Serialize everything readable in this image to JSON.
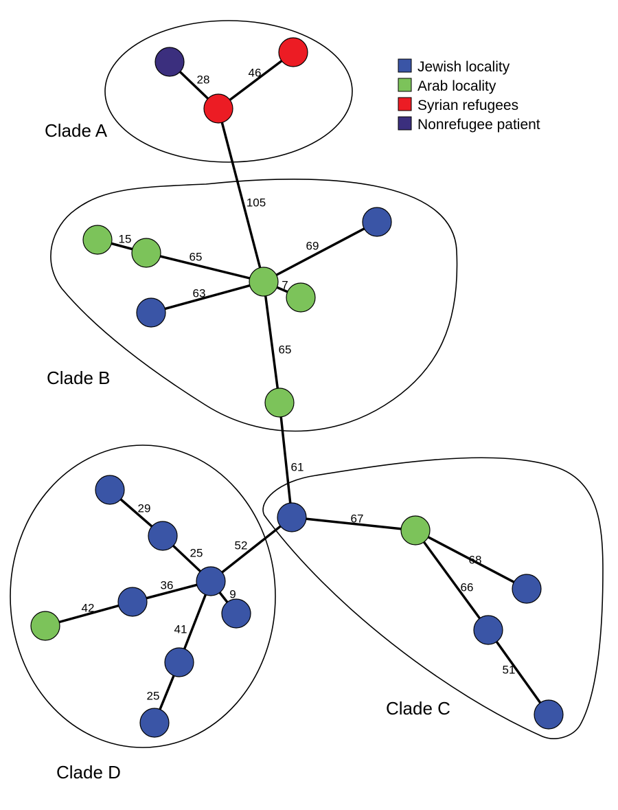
{
  "colors": {
    "jewish": "#3a55a6",
    "arab": "#7cc35a",
    "syrian": "#ec1c24",
    "nonrefugee": "#3b2f7e"
  },
  "legend": [
    {
      "key": "jewish",
      "label": "Jewish locality"
    },
    {
      "key": "arab",
      "label": "Arab locality"
    },
    {
      "key": "syrian",
      "label": "Syrian refugees"
    },
    {
      "key": "nonrefugee",
      "label": "Nonrefugee patient"
    }
  ],
  "clades": [
    {
      "id": "A",
      "label": "Clade A"
    },
    {
      "id": "B",
      "label": "Clade B"
    },
    {
      "id": "C",
      "label": "Clade C"
    },
    {
      "id": "D",
      "label": "Clade D"
    }
  ],
  "nodes": [
    {
      "id": "a1",
      "type": "nonrefugee",
      "clade": "A"
    },
    {
      "id": "a2",
      "type": "syrian",
      "clade": "A"
    },
    {
      "id": "a3",
      "type": "syrian",
      "clade": "A"
    },
    {
      "id": "b_hub",
      "type": "arab",
      "clade": "B"
    },
    {
      "id": "b_j1",
      "type": "jewish",
      "clade": "B"
    },
    {
      "id": "b_a1",
      "type": "arab",
      "clade": "B"
    },
    {
      "id": "b_a2",
      "type": "arab",
      "clade": "B"
    },
    {
      "id": "b_j2",
      "type": "jewish",
      "clade": "B"
    },
    {
      "id": "b_a3",
      "type": "arab",
      "clade": "B"
    },
    {
      "id": "b_a4",
      "type": "arab",
      "clade": "B"
    },
    {
      "id": "c_hub",
      "type": "jewish",
      "clade": "C"
    },
    {
      "id": "c_a1",
      "type": "arab",
      "clade": "C"
    },
    {
      "id": "c_j1",
      "type": "jewish",
      "clade": "C"
    },
    {
      "id": "c_j2",
      "type": "jewish",
      "clade": "C"
    },
    {
      "id": "c_j3",
      "type": "jewish",
      "clade": "C"
    },
    {
      "id": "d_hub",
      "type": "jewish",
      "clade": "D"
    },
    {
      "id": "d_j1",
      "type": "jewish",
      "clade": "D"
    },
    {
      "id": "d_j2",
      "type": "jewish",
      "clade": "D"
    },
    {
      "id": "d_j3",
      "type": "jewish",
      "clade": "D"
    },
    {
      "id": "d_a1",
      "type": "arab",
      "clade": "D"
    },
    {
      "id": "d_j4",
      "type": "jewish",
      "clade": "D"
    },
    {
      "id": "d_j5",
      "type": "jewish",
      "clade": "D"
    },
    {
      "id": "d_j6",
      "type": "jewish",
      "clade": "D"
    }
  ],
  "edges": [
    {
      "from": "a1",
      "to": "a3",
      "label": "28"
    },
    {
      "from": "a2",
      "to": "a3",
      "label": "46"
    },
    {
      "from": "a3",
      "to": "b_hub",
      "label": "105"
    },
    {
      "from": "b_a1",
      "to": "b_a2",
      "label": "15"
    },
    {
      "from": "b_a2",
      "to": "b_hub",
      "label": "65"
    },
    {
      "from": "b_j1",
      "to": "b_hub",
      "label": "69"
    },
    {
      "from": "b_j2",
      "to": "b_hub",
      "label": "63"
    },
    {
      "from": "b_hub",
      "to": "b_a3",
      "label": "7"
    },
    {
      "from": "b_hub",
      "to": "b_a4",
      "label": "65"
    },
    {
      "from": "b_a4",
      "to": "c_hub",
      "label": "61"
    },
    {
      "from": "c_hub",
      "to": "c_a1",
      "label": "67"
    },
    {
      "from": "c_a1",
      "to": "c_j1",
      "label": "68"
    },
    {
      "from": "c_a1",
      "to": "c_j2",
      "label": "66"
    },
    {
      "from": "c_j2",
      "to": "c_j3",
      "label": "51"
    },
    {
      "from": "c_hub",
      "to": "d_hub",
      "label": "52"
    },
    {
      "from": "d_j1",
      "to": "d_j2",
      "label": "29"
    },
    {
      "from": "d_j2",
      "to": "d_hub",
      "label": "25"
    },
    {
      "from": "d_j3",
      "to": "d_hub",
      "label": "36"
    },
    {
      "from": "d_a1",
      "to": "d_j3",
      "label": "42"
    },
    {
      "from": "d_hub",
      "to": "d_j4",
      "label": "9"
    },
    {
      "from": "d_hub",
      "to": "d_j5",
      "label": "41"
    },
    {
      "from": "d_j5",
      "to": "d_j6",
      "label": "25"
    }
  ]
}
